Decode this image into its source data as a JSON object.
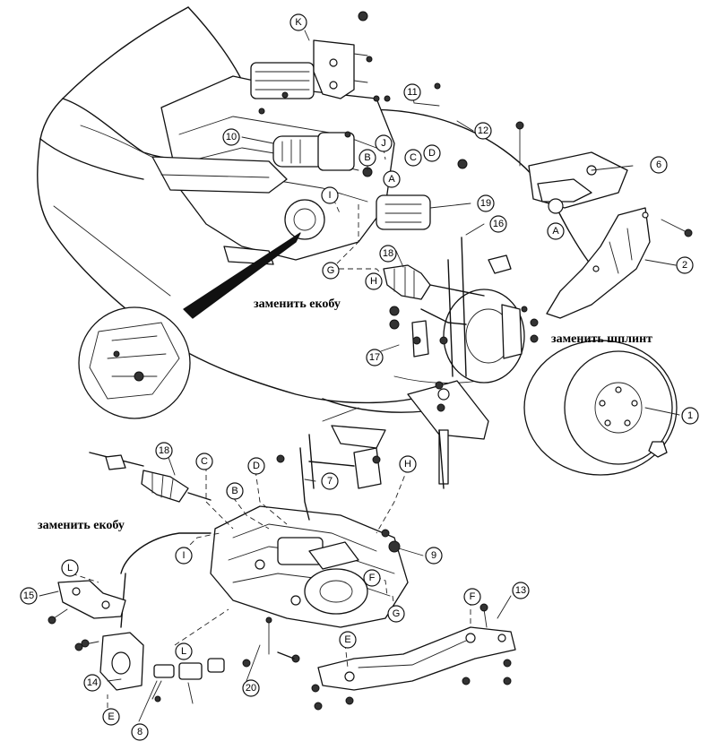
{
  "notes": {
    "replace_clip_1": "заменить екобу",
    "replace_cotter_pin": "заменить шплинт",
    "replace_clip_2": "заменить екобу"
  },
  "callouts": {
    "c1": "1",
    "c2": "2",
    "c6": "6",
    "c7": "7",
    "c8": "8",
    "c9": "9",
    "c10": "10",
    "c11": "11",
    "c12": "12",
    "c13": "13",
    "c14": "14",
    "c15": "15",
    "c16": "16",
    "c17": "17",
    "c18a": "18",
    "c18b": "18",
    "c19": "19",
    "c20": "20",
    "kK": "K",
    "kA1": "A",
    "kA2": "A",
    "kB1": "B",
    "kB2": "B",
    "kC1": "C",
    "kC2": "C",
    "kD1": "D",
    "kD2": "D",
    "kE1": "E",
    "kE2": "E",
    "kF1": "F",
    "kF2": "F",
    "kG1": "G",
    "kG2": "G",
    "kH1": "H",
    "kH2": "H",
    "kI1": "I",
    "kI2": "I",
    "kJ": "J",
    "kL1": "L",
    "kL2": "L"
  }
}
